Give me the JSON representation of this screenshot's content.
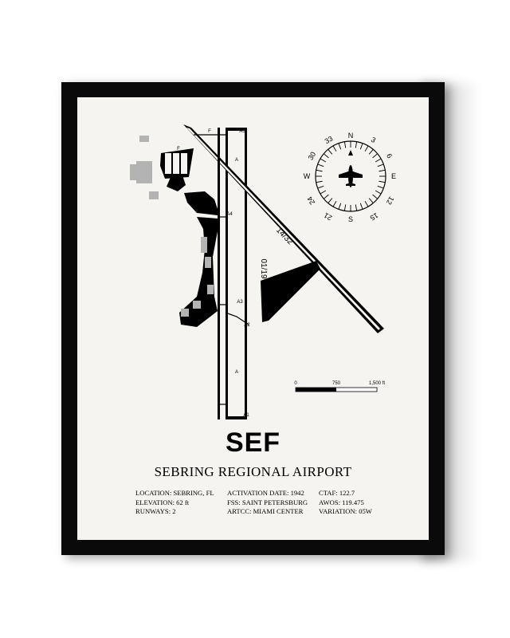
{
  "airport": {
    "code": "SEF",
    "name": "SEBRING REGIONAL AIRPORT"
  },
  "info": {
    "col1": [
      "LOCATION: SEBRING, FL",
      "ELEVATION: 62 ft",
      "RUNWAYS: 2"
    ],
    "col2": [
      "ACTIVATION DATE: 1942",
      "FSS: SAINT PETERSBURG",
      "ARTCC: MIAMI CENTER"
    ],
    "col3": [
      "CTAF: 122.7",
      "AWOS: 119.475",
      "VARIATION: 05W"
    ]
  },
  "diagram": {
    "runway_labels": [
      "14/32",
      "01/19"
    ],
    "taxiway_labels": [
      "A5",
      "A",
      "A4",
      "A3",
      "A2",
      "A",
      "A1",
      "F",
      "F"
    ],
    "compass": {
      "cardinals": [
        "N",
        "E",
        "S",
        "W"
      ],
      "numbers": [
        "3",
        "6",
        "12",
        "15",
        "21",
        "24",
        "30",
        "33"
      ],
      "center_icon": "airplane-icon"
    },
    "scale": {
      "labels": [
        "0",
        "750",
        "1,500 ft"
      ]
    }
  },
  "colors": {
    "frame": "#0a0a0a",
    "mat": "#f6f4f1",
    "ink": "#000000",
    "buildings_gray": "#b3b3b3"
  }
}
